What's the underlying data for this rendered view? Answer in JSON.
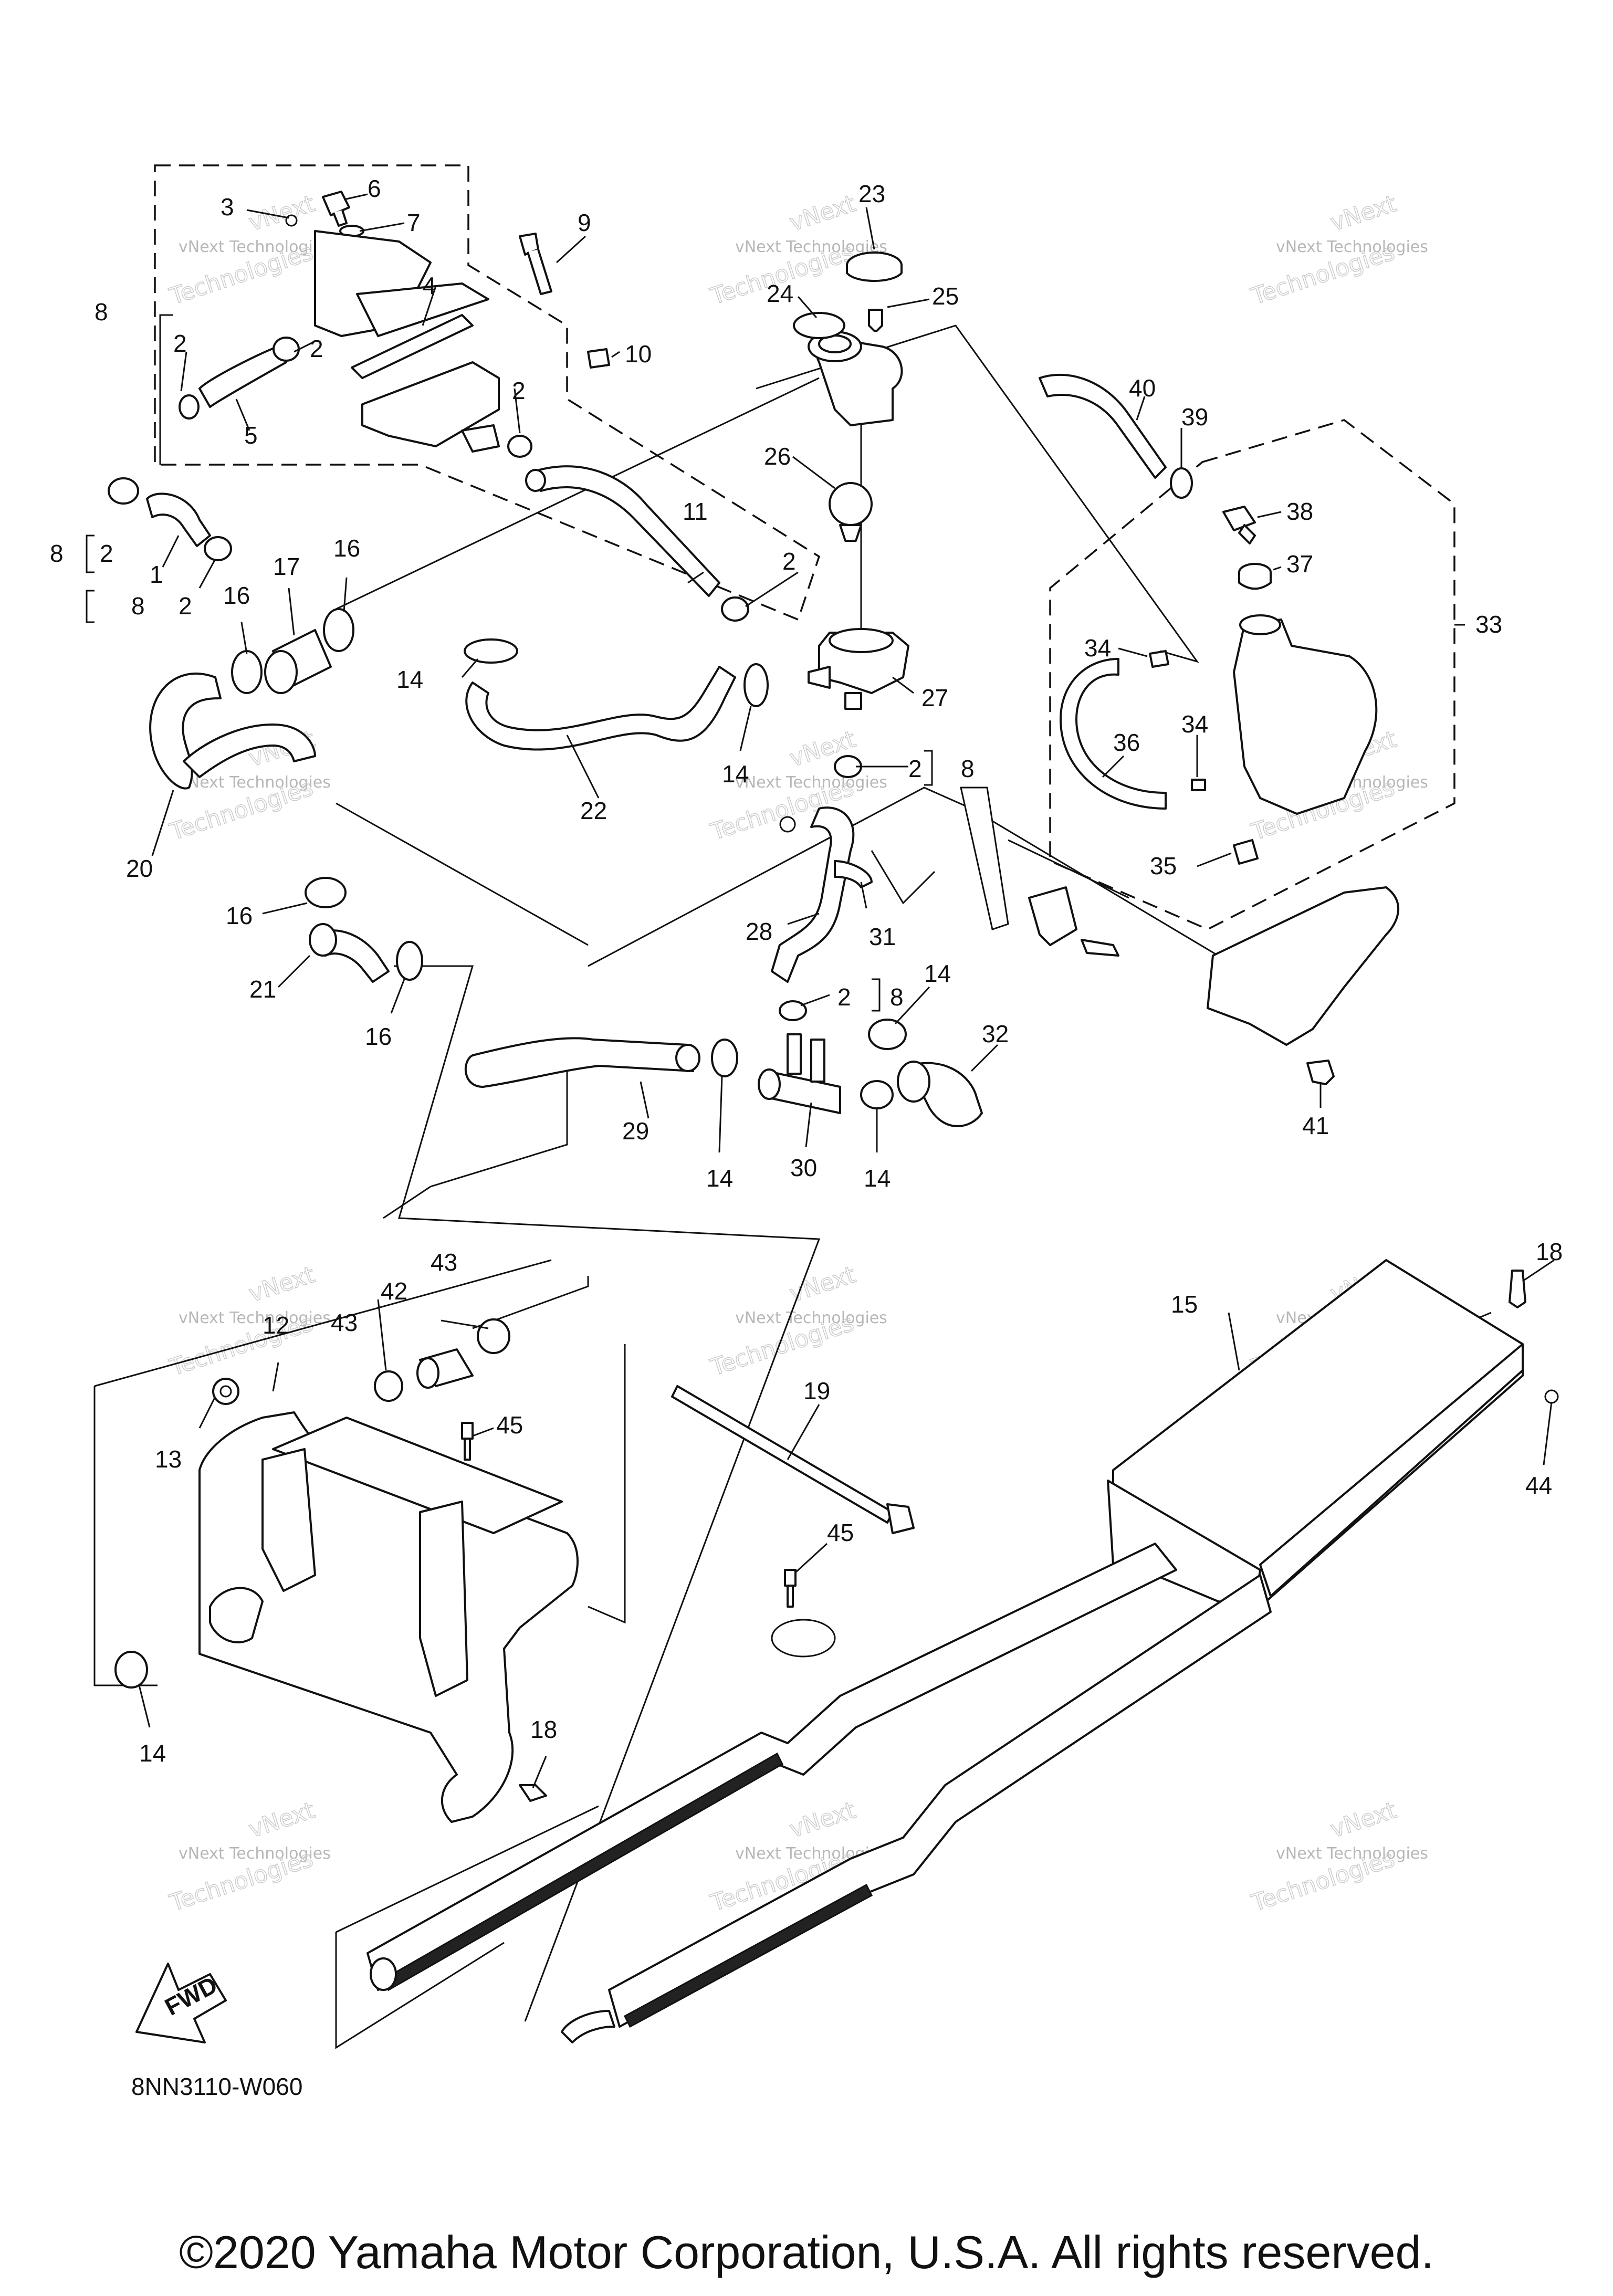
{
  "diagram": {
    "drawing_code": "8NN3110-W060",
    "copyright": "©2020 Yamaha Motor Corporation, U.S.A. All rights reserved.",
    "fwd_arrow_label": "FWD",
    "watermark": {
      "line1": "vNext Technologies",
      "line2": "vNext",
      "line3": "Technologies"
    },
    "callouts": {
      "c1": "1",
      "c2a": "2",
      "c2b": "2",
      "c2c": "2",
      "c2d": "2",
      "c2e": "2",
      "c2f": "2",
      "c2g": "2",
      "c2h": "2",
      "c3": "3",
      "c4": "4",
      "c5": "5",
      "c6": "6",
      "c7": "7",
      "c8a": "8",
      "c8b": "8",
      "c8c": "8",
      "c8d": "8",
      "c8e": "8",
      "c9": "9",
      "c10": "10",
      "c11": "11",
      "c12": "12",
      "c13": "13",
      "c14a": "14",
      "c14b": "14",
      "c14c": "14",
      "c14d": "14",
      "c14e": "14",
      "c14f": "14",
      "c15": "15",
      "c16a": "16",
      "c16b": "16",
      "c16c": "16",
      "c16d": "16",
      "c17": "17",
      "c18a": "18",
      "c18b": "18",
      "c19": "19",
      "c20": "20",
      "c21": "21",
      "c22": "22",
      "c23": "23",
      "c24": "24",
      "c25": "25",
      "c26": "26",
      "c27": "27",
      "c28": "28",
      "c29": "29",
      "c30": "30",
      "c31": "31",
      "c32": "32",
      "c33": "33",
      "c34a": "34",
      "c34b": "34",
      "c35": "35",
      "c36": "36",
      "c37": "37",
      "c38": "38",
      "c39": "39",
      "c40": "40",
      "c41": "41",
      "c42": "42",
      "c43a": "43",
      "c43b": "43",
      "c44": "44",
      "c45a": "45",
      "c45b": "45"
    }
  }
}
